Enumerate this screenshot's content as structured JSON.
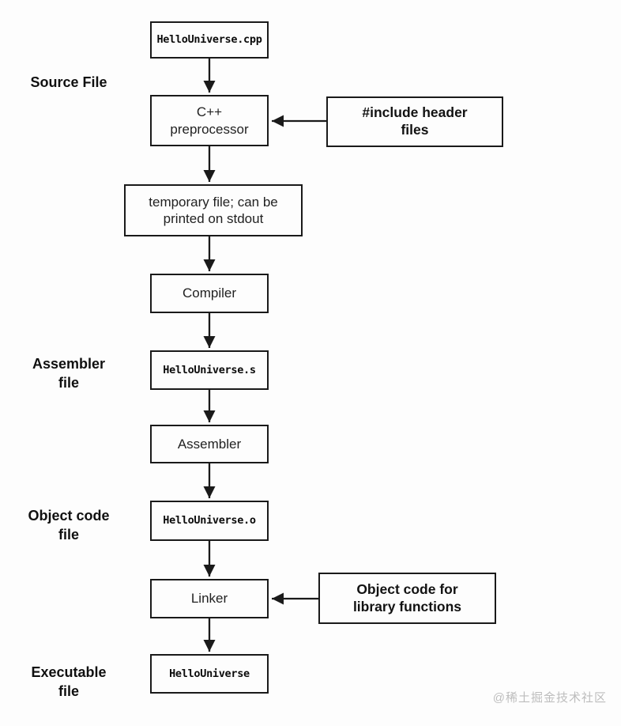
{
  "flowchart": {
    "stage_labels": {
      "source_file": "Source File",
      "assembler_file": "Assembler\nfile",
      "object_code_file": "Object code\nfile",
      "executable_file": "Executable\nfile"
    },
    "nodes": {
      "source_file": "HelloUniverse.cpp",
      "preprocessor": "C++\npreprocessor",
      "include_headers": "#include header\nfiles",
      "temp_file": "temporary file; can be\nprinted on stdout",
      "compiler": "Compiler",
      "assembly_file": "HelloUniverse.s",
      "assembler": "Assembler",
      "object_file": "HelloUniverse.o",
      "linker": "Linker",
      "library_object_code": "Object code for\nlibrary functions",
      "executable": "HelloUniverse"
    },
    "colors": {
      "line": "#1a1a1a",
      "background": "#fdfdfd",
      "watermark_text": "#bdbdbd"
    }
  },
  "watermark": "@稀土掘金技术社区"
}
